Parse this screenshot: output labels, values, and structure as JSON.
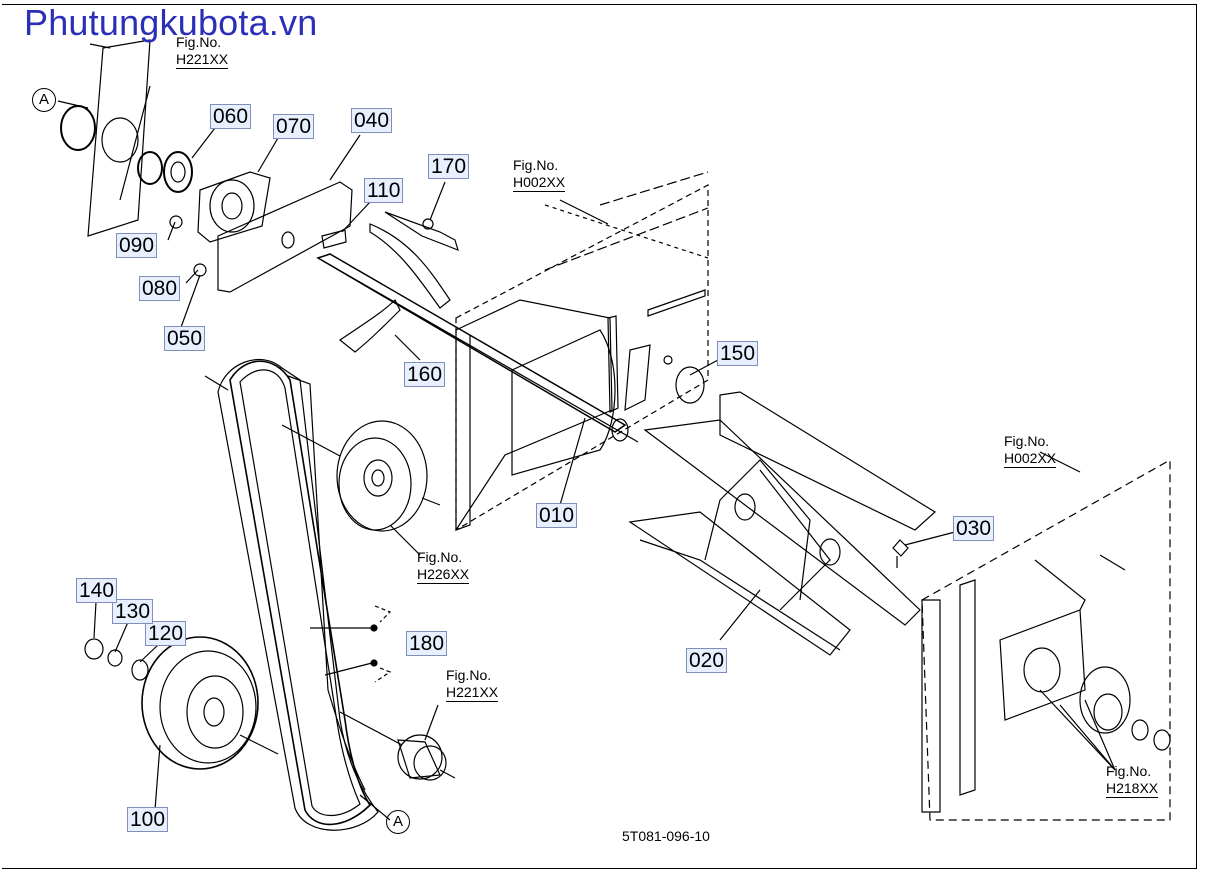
{
  "watermark": "Phutungkubota.vn",
  "drawing_number": "5T081-096-10",
  "circle_ref": "A",
  "fig_refs": {
    "top_left": {
      "label": "Fig.No.",
      "code": "H221XX"
    },
    "frame_top": {
      "label": "Fig.No.",
      "code": "H002XX"
    },
    "right_frame": {
      "label": "Fig.No.",
      "code": "H002XX"
    },
    "pulley": {
      "label": "Fig.No.",
      "code": "H226XX"
    },
    "idler": {
      "label": "Fig.No.",
      "code": "H221XX"
    },
    "bottom_right": {
      "label": "Fig.No.",
      "code": "H218XX"
    }
  },
  "parts": {
    "p010": "010",
    "p020": "020",
    "p030": "030",
    "p040": "040",
    "p050": "050",
    "p060": "060",
    "p070": "070",
    "p080": "080",
    "p090": "090",
    "p100": "100",
    "p110": "110",
    "p120": "120",
    "p130": "130",
    "p140": "140",
    "p150": "150",
    "p160": "160",
    "p170": "170",
    "p180": "180"
  }
}
